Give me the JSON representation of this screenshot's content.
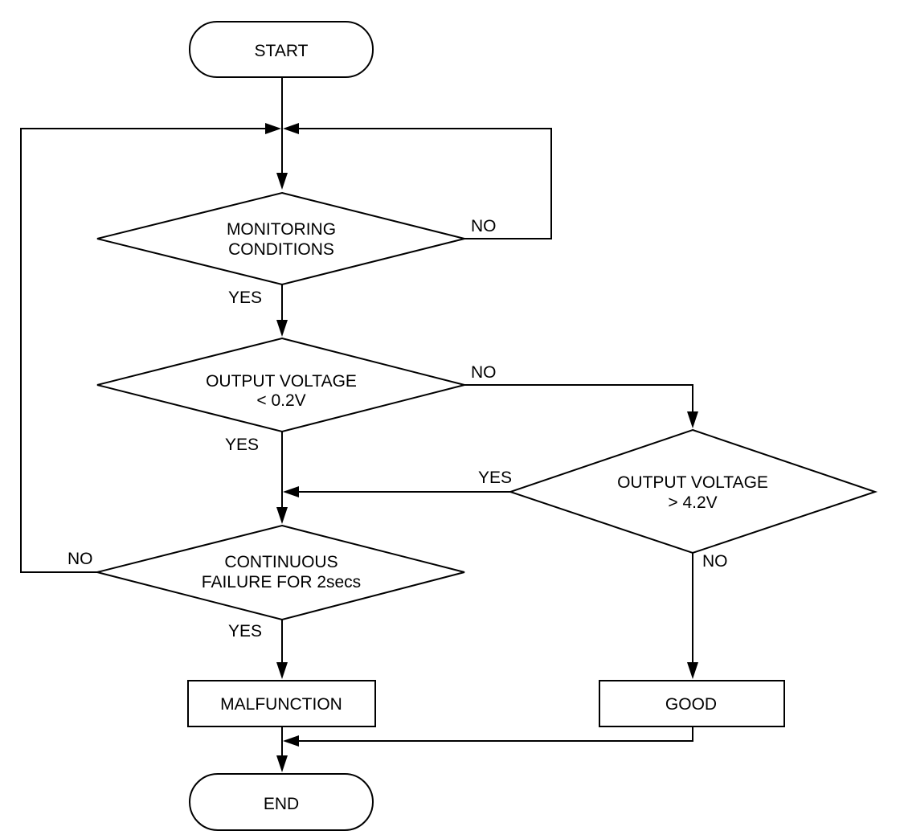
{
  "terminals": {
    "start": "START",
    "end": "END"
  },
  "decisions": {
    "monitoring": [
      "MONITORING",
      "CONDITIONS"
    ],
    "low_voltage": [
      "OUTPUT VOLTAGE",
      "< 0.2V"
    ],
    "high_voltage": [
      "OUTPUT VOLTAGE",
      "> 4.2V"
    ],
    "continuous": [
      "CONTINUOUS",
      "FAILURE FOR 2secs"
    ]
  },
  "processes": {
    "malfunction": "MALFUNCTION",
    "good": "GOOD"
  },
  "branch_labels": {
    "monitoring_no": "NO",
    "monitoring_yes": "YES",
    "low_voltage_no": "NO",
    "low_voltage_yes": "YES",
    "high_voltage_yes": "YES",
    "high_voltage_no": "NO",
    "continuous_no": "NO",
    "continuous_yes": "YES"
  }
}
